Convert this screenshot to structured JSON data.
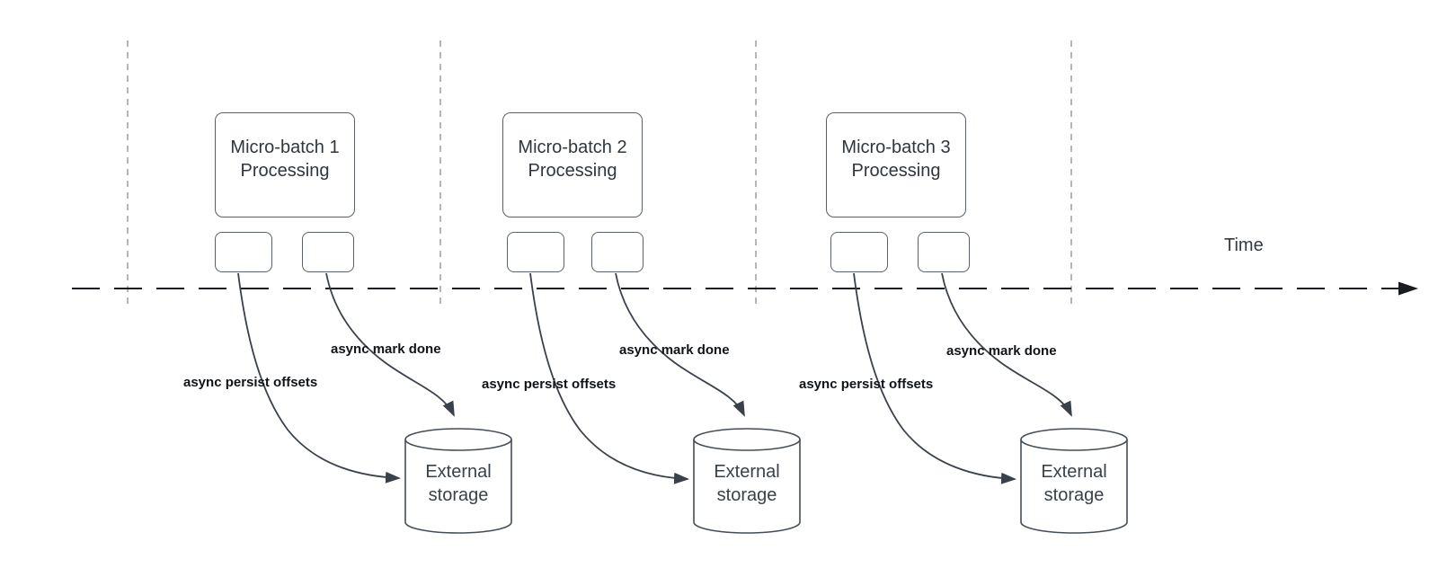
{
  "axis": {
    "label": "Time"
  },
  "batches": [
    {
      "title_line1": "Micro-batch 1",
      "title_line2": "Processing",
      "persist_arrow_label": "async persist offsets",
      "done_arrow_label": "async mark done",
      "storage_line1": "External",
      "storage_line2": "storage"
    },
    {
      "title_line1": "Micro-batch 2",
      "title_line2": "Processing",
      "persist_arrow_label": "async persist offsets",
      "done_arrow_label": "async mark done",
      "storage_line1": "External",
      "storage_line2": "storage"
    },
    {
      "title_line1": "Micro-batch 3",
      "title_line2": "Processing",
      "persist_arrow_label": "async persist offsets",
      "done_arrow_label": "async mark done",
      "storage_line1": "External",
      "storage_line2": "storage"
    }
  ],
  "colors": {
    "background": "#ffffff",
    "shape_border": "#5a6068",
    "connector": "#39414c",
    "time_axis": "#191c20",
    "guide_line": "#b4b7ba",
    "shape_text": "#333a42",
    "arrow_label_text": "#101418"
  }
}
